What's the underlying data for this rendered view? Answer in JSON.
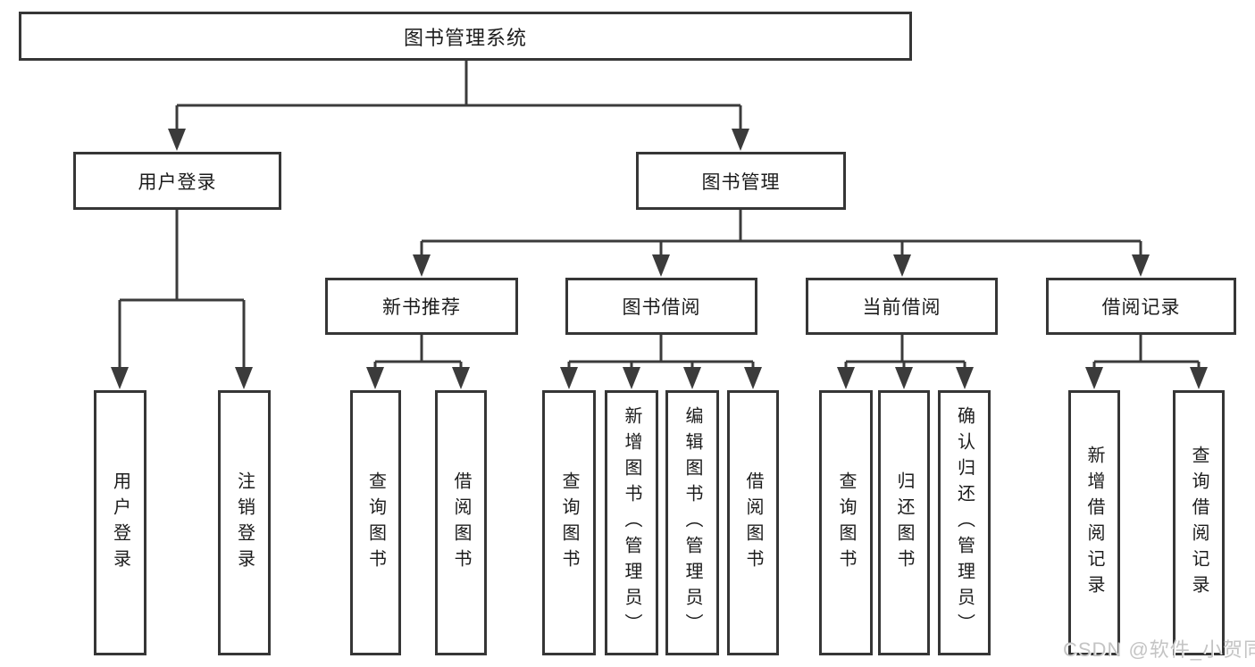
{
  "tree": {
    "label": "图书管理系统",
    "children": [
      {
        "label": "用户登录",
        "children": [
          {
            "label": "用户登录"
          },
          {
            "label": "注销登录"
          }
        ]
      },
      {
        "label": "图书管理",
        "children": [
          {
            "label": "新书推荐",
            "children": [
              {
                "label": "查询图书"
              },
              {
                "label": "借阅图书"
              }
            ]
          },
          {
            "label": "图书借阅",
            "children": [
              {
                "label": "查询图书"
              },
              {
                "label": "新增图书（管理员）"
              },
              {
                "label": "编辑图书（管理员）"
              },
              {
                "label": "借阅图书"
              }
            ]
          },
          {
            "label": "当前借阅",
            "children": [
              {
                "label": "查询图书"
              },
              {
                "label": "归还图书"
              },
              {
                "label": "确认归还（管理员）"
              }
            ]
          },
          {
            "label": "借阅记录",
            "children": [
              {
                "label": "新增借阅记录"
              },
              {
                "label": "查询借阅记录"
              }
            ]
          }
        ]
      }
    ]
  },
  "watermark": "CSDN @软件_小贺同学",
  "colors": {
    "line": "#3b3b3b",
    "box_border": "#363636",
    "text": "#1c1c1c",
    "background": "#ffffff",
    "watermark": "#c4c4c4"
  }
}
